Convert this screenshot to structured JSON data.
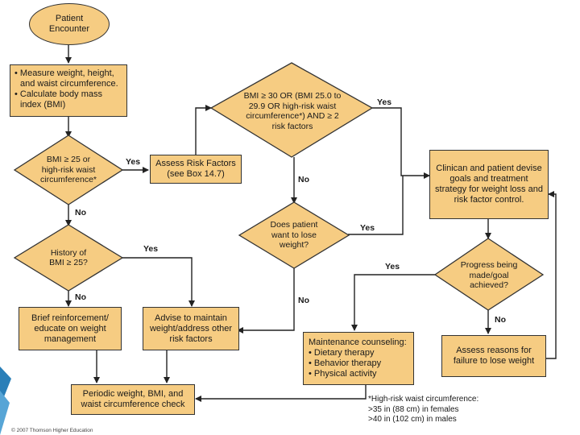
{
  "colors": {
    "box_fill": "#f6cc82",
    "stroke": "#333333",
    "accent": "#1f7fb8"
  },
  "nodes": {
    "patient_encounter": [
      "Patient",
      "Encounter"
    ],
    "measure": [
      "• Measure weight, height,",
      "and waist circumference.",
      "• Calculate body mass",
      "index (BMI)"
    ],
    "bmi_decision": [
      "BMI ≥ 25 or",
      "high-risk waist",
      "circumference*"
    ],
    "assess_risk": [
      "Assess Risk Factors",
      "(see Box 14.7)"
    ],
    "bmi30_decision": [
      "BMI ≥ 30 OR (BMI 25.0 to",
      "29.9 OR high-risk waist",
      "circumference*) AND ≥ 2",
      "risk factors"
    ],
    "history_decision": [
      "History of",
      "BMI ≥ 25?"
    ],
    "want_lose": [
      "Does patient",
      "want to lose",
      "weight?"
    ],
    "clinician": [
      "Clinican and patient devise",
      "goals and treatment",
      "strategy for weight loss and",
      "risk factor control."
    ],
    "progress": [
      "Progress being",
      "made/goal",
      "achieved?"
    ],
    "brief_reinforcement": [
      "Brief reinforcement/",
      "educate on weight",
      "management"
    ],
    "advise_maintain": [
      "Advise to maintain",
      "weight/address other",
      "risk factors"
    ],
    "maintenance_title": "Maintenance counseling:",
    "maintenance_items": [
      "• Dietary therapy",
      "• Behavior therapy",
      "• Physical activity"
    ],
    "assess_reasons": [
      "Assess reasons for",
      "failure to lose weight"
    ],
    "periodic": [
      "Periodic weight, BMI, and",
      "waist circumference check"
    ]
  },
  "labels": {
    "yes": "Yes",
    "no": "No"
  },
  "footnote": [
    "*High-risk waist circumference:",
    ">35 in (88 cm) in females",
    ">40 in (102 cm) in males"
  ],
  "copyright": "© 2007 Thomson Higher Education"
}
